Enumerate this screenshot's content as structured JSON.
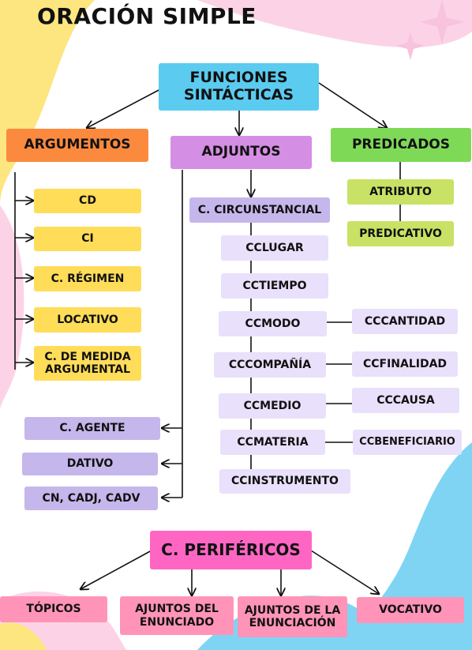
{
  "title": "ORACIÓN SIMPLE",
  "colors": {
    "root": "#5bcbf0",
    "argumentos": "#fb8a3e",
    "adjuntos": "#d48ee4",
    "predicados": "#7ed957",
    "arg_items": "#ffdd59",
    "pred_items": "#c9e265",
    "adj_items": "#c5b7eb",
    "cc_items": "#e9e0fb",
    "perifericos": "#ff66c4",
    "peri_items": "#ff94b8"
  },
  "root": {
    "line1": "FUNCIONES",
    "line2": "SINTÁCTICAS"
  },
  "argumentos": {
    "label": "ARGUMENTOS",
    "items": [
      "CD",
      "CI",
      "C. RÉGIMEN",
      "LOCATIVO"
    ],
    "last_line1": "C. DE MEDIDA",
    "last_line2": "ARGUMENTAL"
  },
  "adjuntos": {
    "label": "ADJUNTOS",
    "circunstancial": "C. CIRCUNSTANCIAL",
    "cc_left": [
      "CCLUGAR",
      "CCTIEMPO",
      "CCMODO",
      "CCCOMPAÑÍA",
      "CCMEDIO",
      "CCMATERIA",
      "CCINSTRUMENTO"
    ],
    "cc_right": [
      "CCCANTIDAD",
      "CCFINALIDAD",
      "CCCAUSA",
      "CCBENEFICIARIO"
    ],
    "others": [
      "C. AGENTE",
      "DATIVO",
      "CN, CADJ, CADV"
    ]
  },
  "predicados": {
    "label": "PREDICADOS",
    "items": [
      "ATRIBUTO",
      "PREDICATIVO"
    ]
  },
  "perifericos": {
    "label": "C. PERIFÉRICOS",
    "items": [
      "TÓPICOS"
    ],
    "ajuntos_enunciado_1": "AJUNTOS DEL",
    "ajuntos_enunciado_2": "ENUNCIADO",
    "ajuntos_enunciacion_1": "AJUNTOS DE LA",
    "ajuntos_enunciacion_2": "ENUNCIACIÓN",
    "vocativo": "VOCATIVO"
  }
}
